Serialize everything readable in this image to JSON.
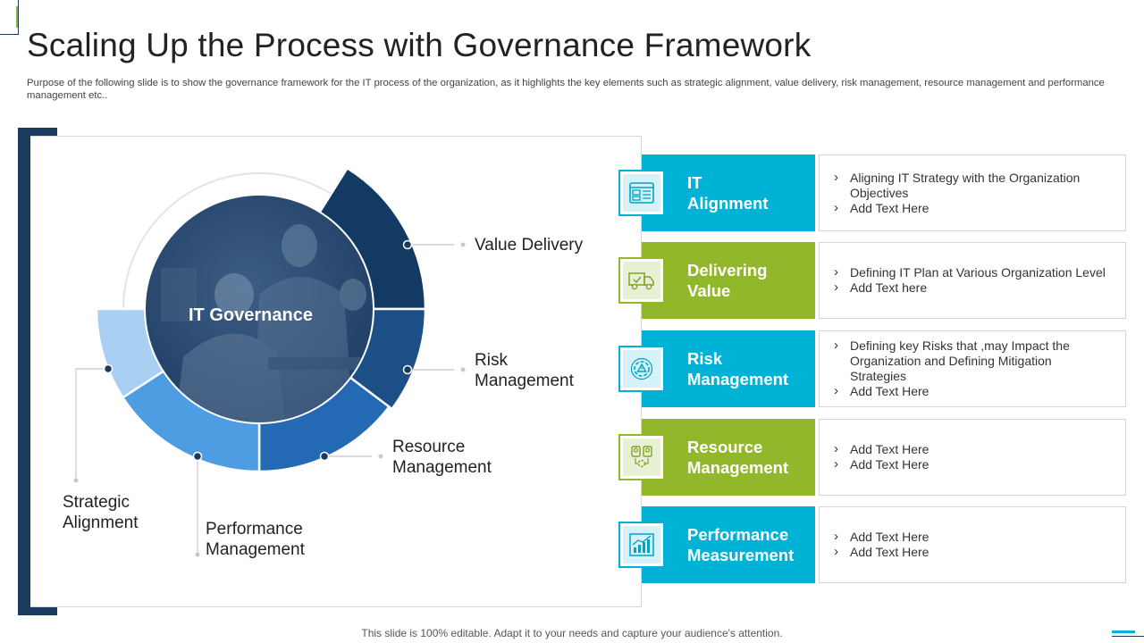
{
  "title": "Scaling Up the Process with Governance Framework",
  "subtitle": "Purpose of the following slide is to show the governance framework for the IT process of the organization, as it highlights the key elements such as strategic alignment, value delivery, risk management, resource management and performance management etc..",
  "diagram": {
    "center_label": "IT Governance",
    "segments": [
      {
        "name": "Value Delivery",
        "line1": "Value Delivery",
        "line2": "",
        "color": "#123a63"
      },
      {
        "name": "Risk Management",
        "line1": "Risk",
        "line2": "Management",
        "color": "#1b4f86"
      },
      {
        "name": "Resource Management",
        "line1": "Resource",
        "line2": "Management",
        "color": "#2469b4"
      },
      {
        "name": "Performance Management",
        "line1": "Performance",
        "line2": "Management",
        "color": "#4e9de3"
      },
      {
        "name": "Strategic Alignment",
        "line1": "Strategic",
        "line2": "Alignment",
        "color": "#a9cff3"
      }
    ]
  },
  "rows": [
    {
      "title_line1": "IT",
      "title_line2": "Alignment",
      "color": "#00b2d6",
      "icon": "layout-icon",
      "bullets": [
        "Aligning IT Strategy with the Organization Objectives",
        "Add Text Here"
      ]
    },
    {
      "title_line1": "Delivering",
      "title_line2": "Value",
      "color": "#92b72b",
      "icon": "delivery-truck-icon",
      "bullets": [
        "Defining IT Plan at Various Organization Level",
        "Add Text here"
      ]
    },
    {
      "title_line1": "Risk",
      "title_line2": "Management",
      "color": "#00b2d6",
      "icon": "risk-gear-icon",
      "bullets": [
        "Defining key Risks that ,may Impact the Organization and Defining Mitigation Strategies",
        "Add Text Here"
      ]
    },
    {
      "title_line1": "Resource",
      "title_line2": "Management",
      "color": "#92b72b",
      "icon": "people-gear-icon",
      "bullets": [
        "Add Text Here",
        "Add Text Here"
      ]
    },
    {
      "title_line1": "Performance",
      "title_line2": "Measurement",
      "color": "#00b2d6",
      "icon": "chart-icon",
      "bullets": [
        "Add Text Here",
        "Add Text Here"
      ]
    }
  ],
  "footer": "This slide is 100% editable. Adapt it to your needs and capture your audience's attention."
}
